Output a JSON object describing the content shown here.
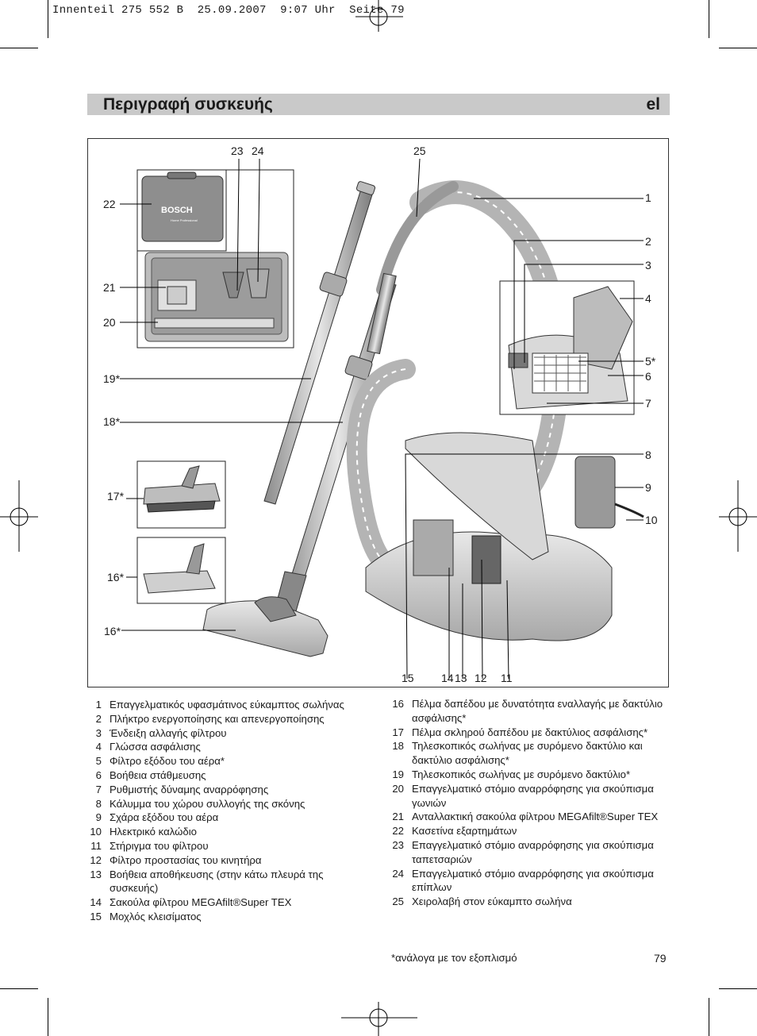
{
  "print_header": "Innenteil 275 552 B  25.09.2007  9:07 Uhr  Seite 79",
  "title": "Περιγραφή συσκευής",
  "lang": "el",
  "case_brand": "BOSCH",
  "case_sub": "Home Professional",
  "callouts": {
    "c1": "1",
    "c2": "2",
    "c3": "3",
    "c4": "4",
    "c5": "5*",
    "c6": "6",
    "c7": "7",
    "c8": "8",
    "c9": "9",
    "c10": "10",
    "c11": "11",
    "c12": "12",
    "c13": "13",
    "c14": "14",
    "c15": "15",
    "c16a": "16*",
    "c16b": "16*",
    "c17": "17*",
    "c18": "18*",
    "c19": "19*",
    "c20": "20",
    "c21": "21",
    "c22": "22",
    "c23": "23",
    "c24": "24",
    "c25": "25"
  },
  "legend_left": [
    {
      "n": "1",
      "t": "Επαγγελματικός υφασμάτινος εύκαμπτος σωλήνας"
    },
    {
      "n": "2",
      "t": "Πλήκτρο ενεργοποίησης και απενεργοποίησης"
    },
    {
      "n": "3",
      "t": "Ένδειξη αλλαγής φίλτρου"
    },
    {
      "n": "4",
      "t": "Γλώσσα ασφάλισης"
    },
    {
      "n": "5",
      "t": "Φίλτρο εξόδου του αέρα*"
    },
    {
      "n": "6",
      "t": "Βοήθεια στάθμευσης"
    },
    {
      "n": "7",
      "t": "Ρυθμιστής δύναμης αναρρόφησης"
    },
    {
      "n": "8",
      "t": "Κάλυμμα του χώρου συλλογής της σκόνης"
    },
    {
      "n": "9",
      "t": "Σχάρα εξόδου του αέρα"
    },
    {
      "n": "10",
      "t": "Ηλεκτρικό καλώδιο"
    },
    {
      "n": "11",
      "t": "Στήριγμα του φίλτρου"
    },
    {
      "n": "12",
      "t": "Φίλτρο προστασίας του κινητήρα"
    },
    {
      "n": "13",
      "t": "Βοήθεια αποθήκευσης (στην κάτω πλευρά της συσκευής)"
    },
    {
      "n": "14",
      "t": "Σακούλα φίλτρου MEGAfilt®Super TEX"
    },
    {
      "n": "15",
      "t": "Μοχλός κλεισίματος"
    }
  ],
  "legend_right": [
    {
      "n": "16",
      "t": "Πέλμα δαπέδου με δυνατότητα εναλλαγής με δακτύλιο ασφάλισης*"
    },
    {
      "n": "17",
      "t": "Πέλμα σκληρού δαπέδου με δακτύλιος ασφάλισης*"
    },
    {
      "n": "18",
      "t": "Τηλεσκοπικός σωλήνας με συρόμενο δακτύλιο και δακτύλιο ασφάλισης*"
    },
    {
      "n": "19",
      "t": "Τηλεσκοπικός σωλήνας με συρόμενο δακτύλιο*"
    },
    {
      "n": "20",
      "t": "Επαγγελματικό στόμιο αναρρόφησης για σκούπισμα γωνιών"
    },
    {
      "n": "21",
      "t": "Ανταλλακτική σακούλα φίλτρου MEGAfilt®Super TEX"
    },
    {
      "n": "22",
      "t": "Κασετίνα εξαρτημάτων"
    },
    {
      "n": "23",
      "t": "Επαγγελματικό στόμιο αναρρόφησης για σκούπισμα ταπετσαριών"
    },
    {
      "n": "24",
      "t": "Επαγγελματικό στόμιο αναρρόφησης για σκούπισμα επίπλων"
    },
    {
      "n": "25",
      "t": "Χειρολαβή στον εύκαμπτο σωλήνα"
    }
  ],
  "footnote": "*ανάλογα με τον εξοπλισμό",
  "page_number": "79"
}
